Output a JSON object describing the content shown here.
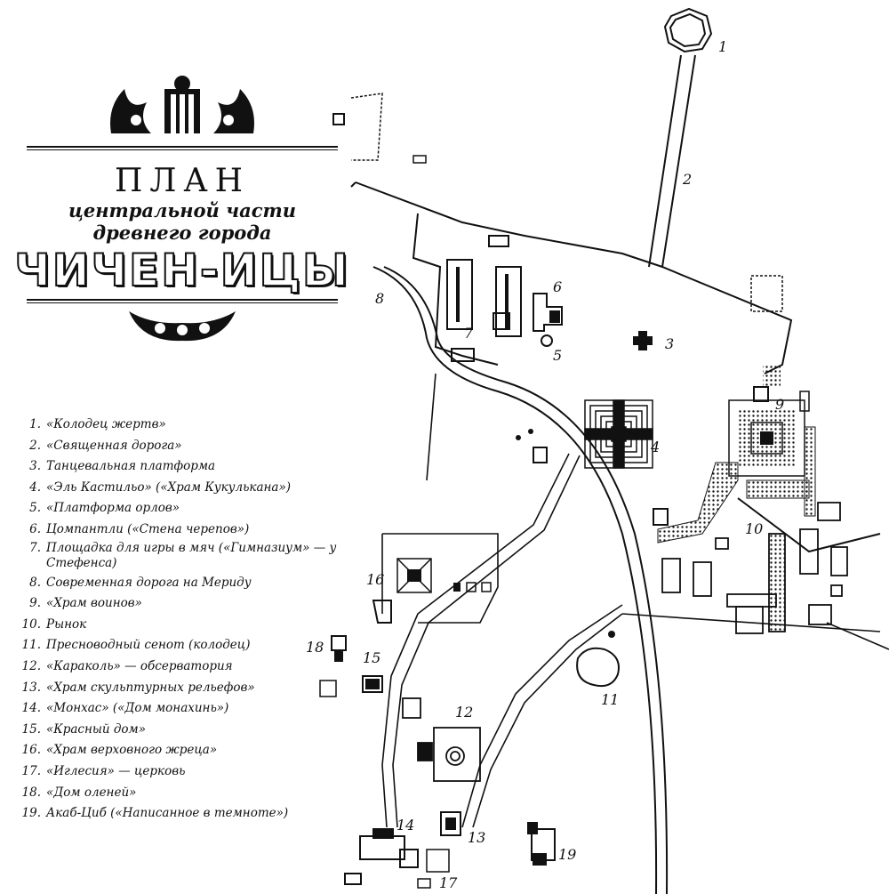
{
  "title": {
    "plan": "ПЛАН",
    "line1": "центральной части",
    "line2": "древнего города",
    "city": "ЧИЧЕН-ИЦЫ"
  },
  "legend": [
    {
      "num": "1.",
      "text": "«Колодец жертв»"
    },
    {
      "num": "2.",
      "text": "«Священная дорога»"
    },
    {
      "num": "3.",
      "text": "Танцевальная платформа"
    },
    {
      "num": "4.",
      "text": "«Эль Кастильо» («Храм Кукулькана»)"
    },
    {
      "num": "5.",
      "text": "«Платформа орлов»"
    },
    {
      "num": "6.",
      "text": "Цомпантли («Стена черепов»)"
    },
    {
      "num": "7.",
      "text": "Площадка для игры в мяч («Гимназиум» — у Стефенса)"
    },
    {
      "num": "8.",
      "text": "Современная дорога на Мериду"
    },
    {
      "num": "9.",
      "text": "«Храм воинов»"
    },
    {
      "num": "10.",
      "text": "Рынок"
    },
    {
      "num": "11.",
      "text": "Пресноводный сенот (колодец)"
    },
    {
      "num": "12.",
      "text": "«Караколь» — обсерватория"
    },
    {
      "num": "13.",
      "text": "«Храм скульптурных рельефов»"
    },
    {
      "num": "14.",
      "text": "«Монхас» («Дом монахинь»)"
    },
    {
      "num": "15.",
      "text": "«Красный дом»"
    },
    {
      "num": "16.",
      "text": "«Храм верховного жреца»"
    },
    {
      "num": "17.",
      "text": "«Иглесия» — церковь"
    },
    {
      "num": "18.",
      "text": "«Дом оленей»"
    },
    {
      "num": "19.",
      "text": "Акаб-Циб («Написанное в темноте»)"
    }
  ],
  "map_labels": {
    "l1": "1",
    "l2": "2",
    "l3": "3",
    "l4": "4",
    "l5": "5",
    "l6": "6",
    "l7": "7",
    "l8": "8",
    "l9": "9",
    "l10": "10",
    "l11": "11",
    "l12": "12",
    "l13": "13",
    "l14": "14",
    "l15": "15",
    "l16": "16",
    "l17": "17",
    "l18": "18",
    "l19": "19"
  }
}
